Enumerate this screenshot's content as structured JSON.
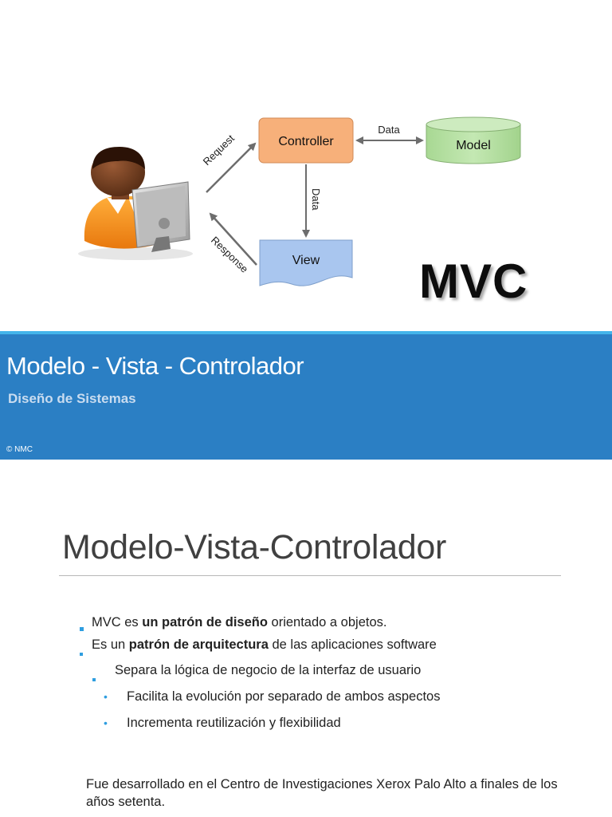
{
  "slide1": {
    "diagram": {
      "nodes": {
        "controller": "Controller",
        "model": "Model",
        "view": "View"
      },
      "edges": {
        "request": "Request",
        "response": "Response",
        "data_controller_model": "Data",
        "data_controller_view": "Data"
      },
      "colors": {
        "controller_fill": "#f7b07a",
        "model_fill": "#b7e0a5",
        "view_fill": "#a9c6ef",
        "arrow": "#6d6d6d"
      },
      "icon": "user-at-computer-icon"
    },
    "logo_text": "MVC",
    "banner": {
      "title": "Modelo - Vista - Controlador",
      "subtitle": "Diseño de Sistemas",
      "copyright": "© NMC",
      "color": "#2b7fc4"
    }
  },
  "slide2": {
    "title": "Modelo-Vista-Controlador",
    "bullets": [
      {
        "level": 1,
        "parts": [
          {
            "text": "MVC es ",
            "bold": false
          },
          {
            "text": "un patrón de diseño",
            "bold": true
          },
          {
            "text": " orientado a objetos.",
            "bold": false
          }
        ]
      },
      {
        "level": 1,
        "parts": [
          {
            "text": "Es un ",
            "bold": false
          },
          {
            "text": "patrón de arquitectura",
            "bold": true
          },
          {
            "text": " de las aplicaciones software",
            "bold": false
          }
        ]
      },
      {
        "level": 2,
        "parts": [
          {
            "text": "Separa la lógica de negocio de la interfaz de usuario",
            "bold": false
          }
        ]
      },
      {
        "level": 3,
        "parts": [
          {
            "text": "Facilita la evolución por separado de ambos aspectos",
            "bold": false
          }
        ]
      },
      {
        "level": 3,
        "parts": [
          {
            "text": "Incrementa reutilización y flexibilidad",
            "bold": false
          }
        ]
      }
    ],
    "paragraph": "Fue desarrollado en el Centro de Investigaciones Xerox Palo Alto a finales de los años setenta.",
    "accent_color": "#2f9ee0"
  }
}
